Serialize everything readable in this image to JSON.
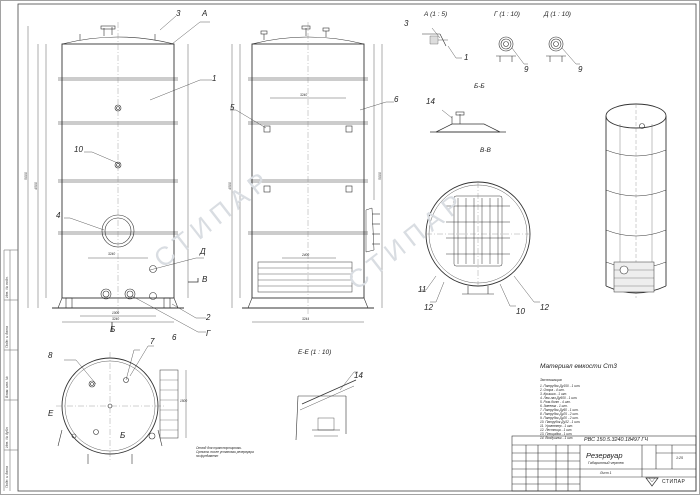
{
  "views": {
    "a_title": "А  (1 : 5)",
    "g_title": "Г  (1 : 10)",
    "d_title": "Д  (1 : 10)",
    "bb_title": "Б-Б",
    "vv_title": "В-В",
    "ee_title": "Е-Е  (1 : 10)"
  },
  "callouts": [
    "1",
    "2",
    "3",
    "4",
    "5",
    "6",
    "7",
    "8",
    "9",
    "10",
    "11",
    "12",
    "14"
  ],
  "section_letters": [
    "А",
    "Б",
    "В",
    "Г",
    "Д",
    "Е"
  ],
  "material_note": "Материал емкости Ст3",
  "notes_heading": "Экспликация",
  "explication": [
    "1. Патрубок Ду150 - 1 шт.",
    "2. Опора - 4 шт.",
    "3. Крышка - 1 шт.",
    "4. Люк-лаз Ду500 - 1 шт.",
    "5. Рым-болт - 4 шт.",
    "6. Змеевик - 1 шт.",
    "7. Патрубок Ду50 - 1 шт.",
    "8. Патрубок Ду25 - 2 шт.",
    "9. Патрубок Ду20 - 2 шт.",
    "10. Патрубок Ду32 - 1 шт.",
    "11. Уровнемер - 1 шт.",
    "12. Лестница - 1 шт.",
    "13. Площадка - 1 шт.",
    "14. Воздушник - 1 шт."
  ],
  "transport_note": "Отвод для транспортировки. Срезать после установки резервуара на фундамент",
  "title_block": {
    "doc_number": "РВС 150.5.3240.18497 ГЧ",
    "name": "Резервуар",
    "subtitle": "Габаритный чертеж",
    "scale": "1:25",
    "sheet": "Лист 1",
    "company": "СТИПАР"
  },
  "watermark": "СТИПАР",
  "left_margin": [
    "Инв. № подл.",
    "Подп. и дата",
    "Взам. инв. №",
    "Инв. № дубл.",
    "Подп. и дата"
  ],
  "dims": {
    "d1": "3240",
    "d2": "4500",
    "d3": "5000",
    "d4": "2400",
    "d5": "1000",
    "d6": "3244",
    "d7": "1500"
  }
}
